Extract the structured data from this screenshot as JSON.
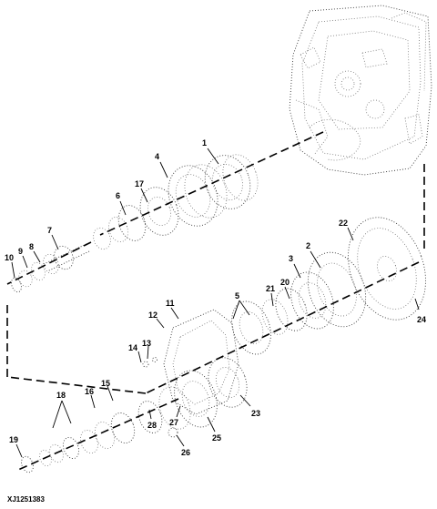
{
  "figure_code": "XJ1251383",
  "callouts": [
    "1",
    "2",
    "3",
    "4",
    "5",
    "6",
    "7",
    "8",
    "9",
    "10",
    "11",
    "12",
    "13",
    "14",
    "15",
    "16",
    "17",
    "18",
    "19",
    "20",
    "21",
    "22",
    "23",
    "24",
    "25",
    "26",
    "27",
    "28"
  ],
  "colors": {
    "line": "#000000",
    "stipple": "#3a3a3a",
    "background": "#ffffff"
  }
}
